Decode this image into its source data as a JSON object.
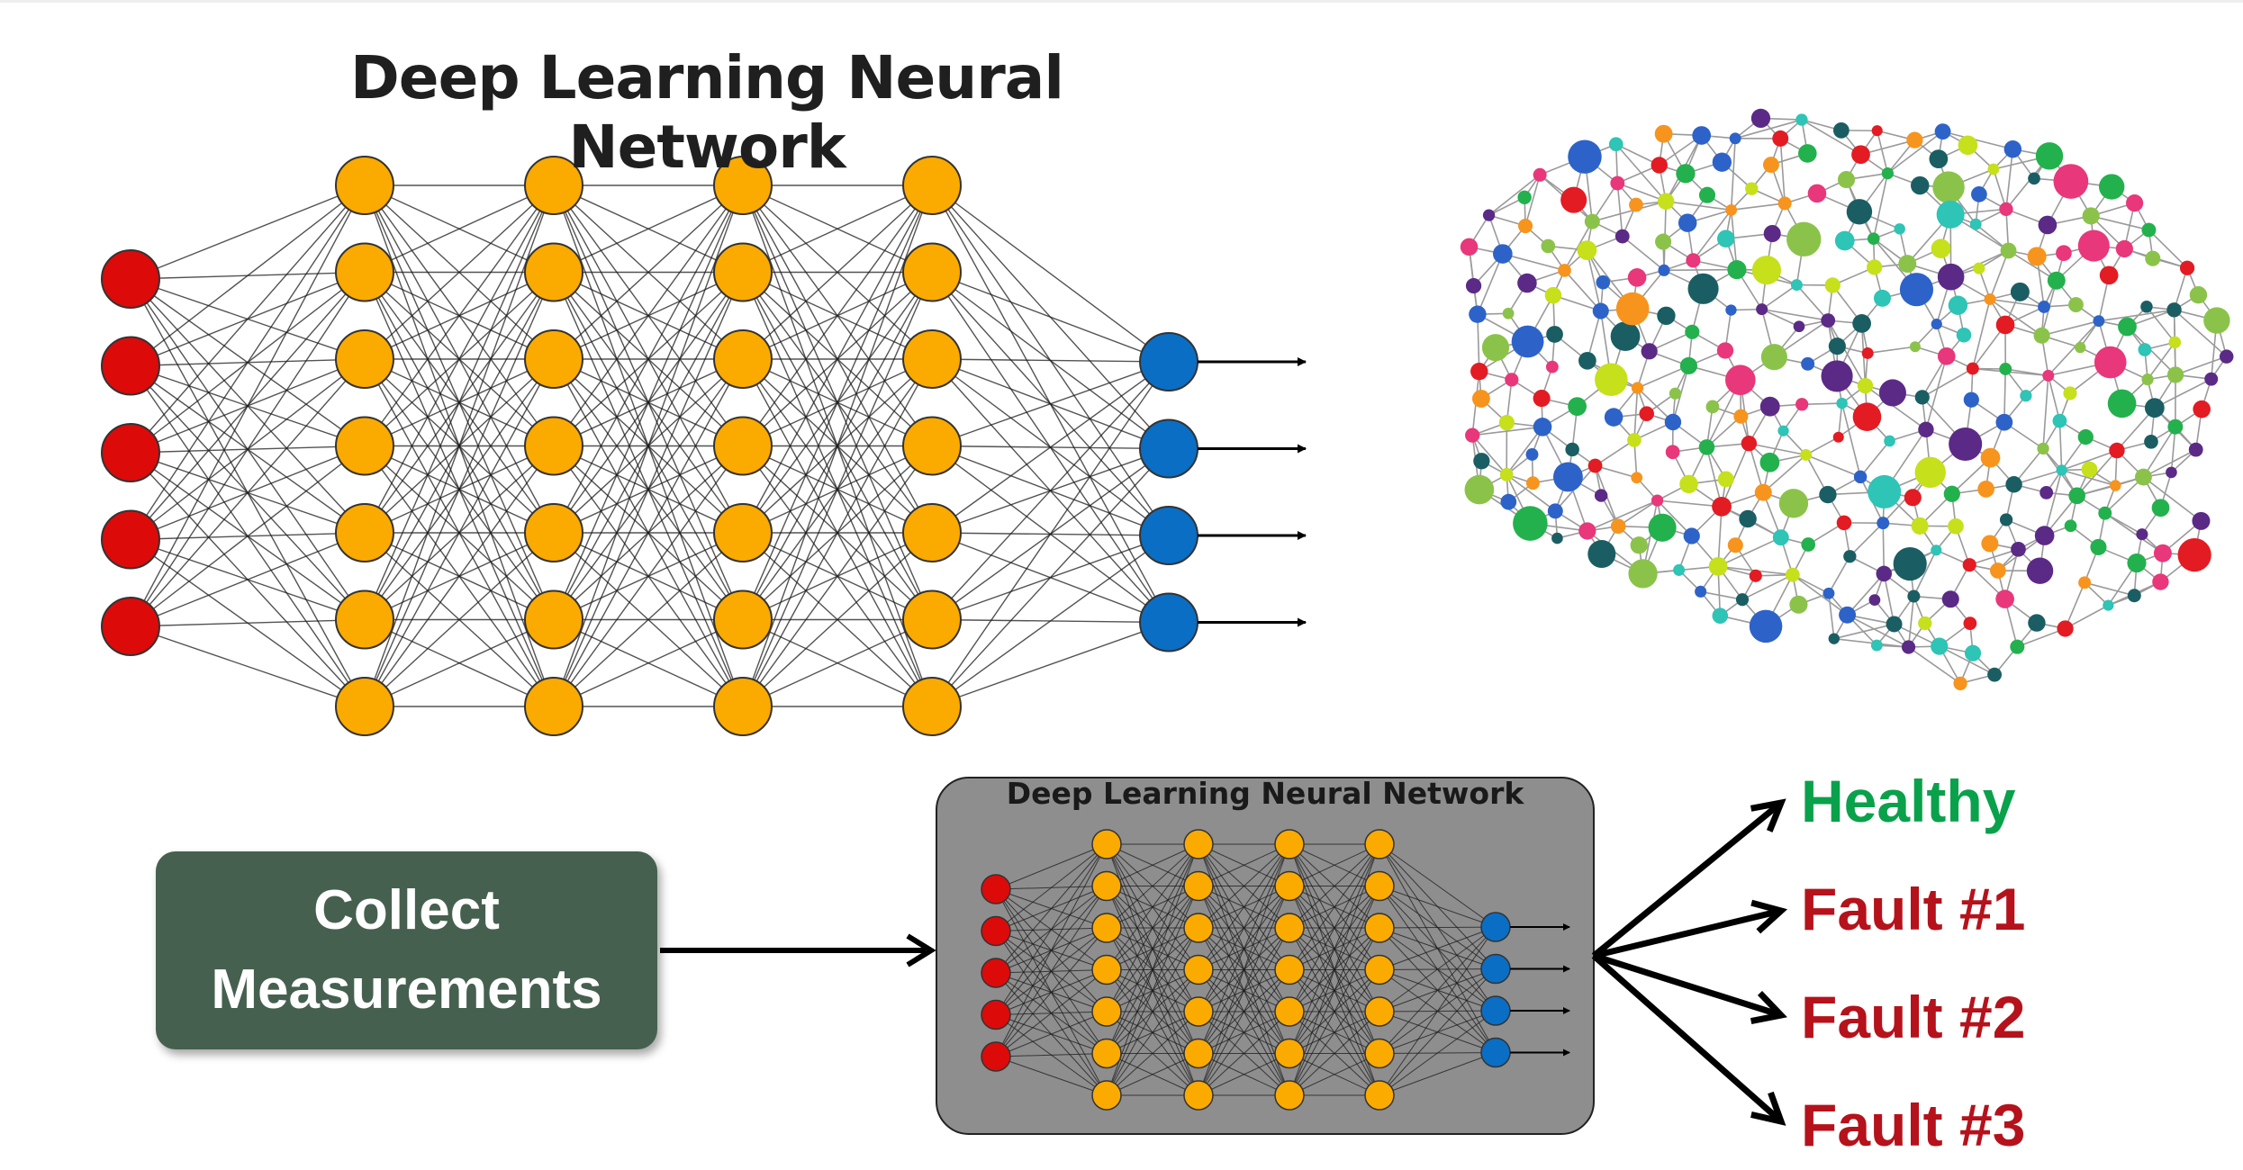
{
  "diagram": {
    "main_network": {
      "title": "Deep Learning Neural Network",
      "layers": [
        {
          "role": "input",
          "count": 5,
          "color": "#dd0a0a"
        },
        {
          "role": "hidden",
          "count": 7,
          "color": "#fbaa00"
        },
        {
          "role": "hidden",
          "count": 7,
          "color": "#fbaa00"
        },
        {
          "role": "hidden",
          "count": 7,
          "color": "#fbaa00"
        },
        {
          "role": "hidden",
          "count": 7,
          "color": "#fbaa00"
        },
        {
          "role": "output",
          "count": 4,
          "color": "#0a6ec4"
        }
      ]
    },
    "pipeline": {
      "source_label_line1": "Collect",
      "source_label_line2": "Measurements",
      "source_color": "#46604f",
      "network_title": "Deep Learning Neural Network",
      "box_color": "#8e8e8e",
      "outputs": [
        {
          "label": "Healthy",
          "color": "#0aa14b"
        },
        {
          "label": "Fault #1",
          "color": "#b5121b"
        },
        {
          "label": "Fault #2",
          "color": "#b5121b"
        },
        {
          "label": "Fault #3",
          "color": "#b5121b"
        }
      ]
    },
    "brain_graphic": {
      "icon": "brain-network-icon",
      "palette": [
        "#e8377a",
        "#2ec4b6",
        "#f7941d",
        "#5b2a86",
        "#e31b23",
        "#2d63c8",
        "#1a5e63",
        "#8bc34a",
        "#c6e01b",
        "#23b14d"
      ]
    }
  }
}
